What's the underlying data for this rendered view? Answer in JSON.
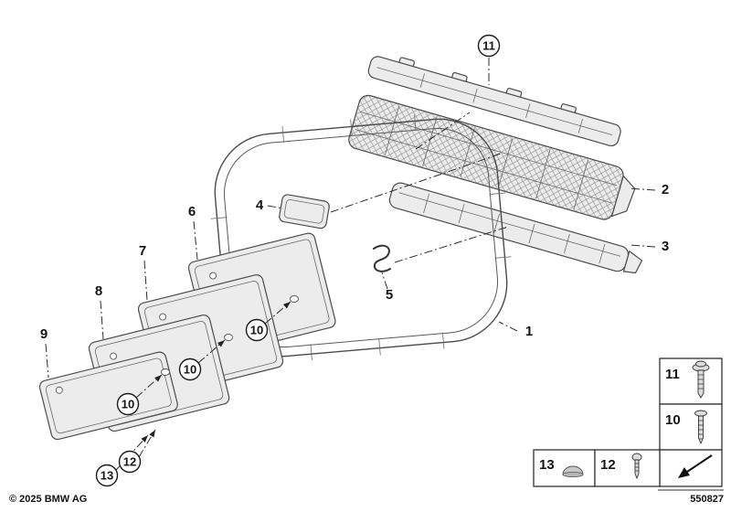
{
  "footer": {
    "copyright": "© 2025 BMW AG",
    "diagram_code": "550827"
  },
  "callouts": {
    "n1": "1",
    "n2": "2",
    "n3": "3",
    "n4": "4",
    "n5": "5",
    "n6": "6",
    "n7": "7",
    "n8": "8",
    "n9": "9",
    "n10": "10",
    "n11": "11",
    "n12": "12",
    "n13": "13"
  },
  "legend": {
    "screw_with_washer": {
      "label": "11",
      "icon": "screw-with-washer-icon"
    },
    "tapping_screw": {
      "label": "10",
      "icon": "tapping-screw-icon"
    },
    "cover_cap": {
      "label": "13",
      "icon": "cover-cap-icon"
    },
    "pan_head_screw": {
      "label": "12",
      "icon": "pan-head-screw-icon"
    },
    "direction": {
      "icon": "direction-arrow-icon"
    }
  },
  "colors": {
    "background": "#ffffff",
    "part_fill": "#ececec",
    "line": "#3c3c3c"
  }
}
